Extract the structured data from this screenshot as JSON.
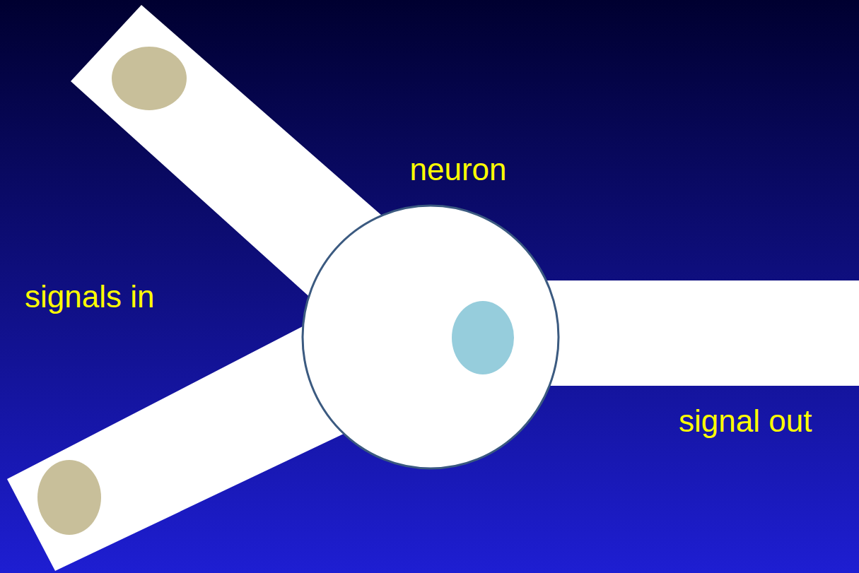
{
  "diagram": {
    "labels": [
      "neuron",
      "signals in",
      "signal out"
    ]
  }
}
